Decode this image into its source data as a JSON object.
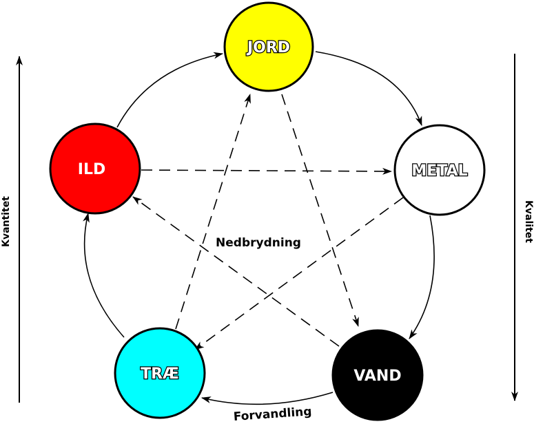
{
  "elements": {
    "jord": {
      "label": "JORD",
      "color": "#ffff00"
    },
    "metal": {
      "label": "METAL",
      "color": "#ffffff"
    },
    "vand": {
      "label": "VAND",
      "color": "#000000"
    },
    "trae": {
      "label": "TRÆ",
      "color": "#00ffff"
    },
    "ild": {
      "label": "ILD",
      "color": "#ff0000"
    }
  },
  "captions": {
    "center": "Nedbrydning",
    "bottom": "Forvandling",
    "left": "Kvantitet",
    "right": "Kvalitet"
  },
  "cycles": {
    "generating": [
      "ild→jord",
      "jord→metal",
      "metal→vand",
      "vand→trae",
      "trae→ild"
    ],
    "controlling": [
      "ild→metal",
      "metal→trae",
      "trae→jord",
      "jord→vand",
      "vand→ild"
    ]
  }
}
